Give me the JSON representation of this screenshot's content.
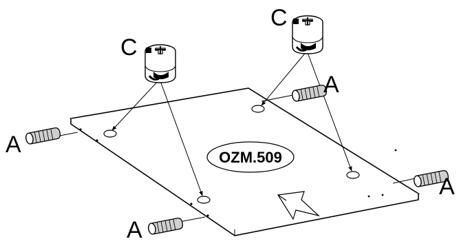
{
  "diagram": {
    "part_code": "OZM.509",
    "labels": {
      "dowel": "A",
      "cam_lock": "C"
    },
    "colors": {
      "ink": "#000000",
      "paper": "#ffffff"
    },
    "parts": [
      {
        "name": "dowel",
        "count": 4,
        "icon": "wooden-dowel-icon"
      },
      {
        "name": "cam-lock",
        "count": 2,
        "icon": "cam-lock-fitting-icon"
      }
    ]
  }
}
